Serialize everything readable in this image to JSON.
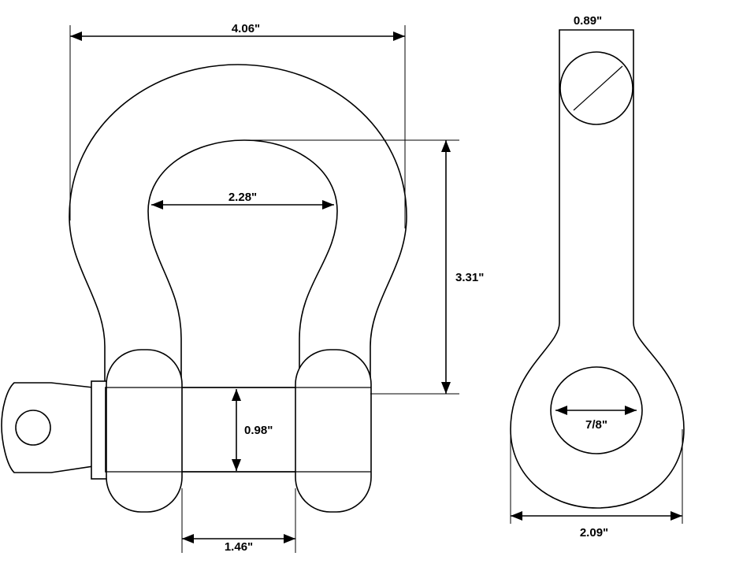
{
  "dimensions": {
    "overall_width": "4.06\"",
    "inside_width": "2.28\"",
    "inside_length": "3.31\"",
    "pin_diameter": "0.98\"",
    "jaw_width": "1.46\"",
    "side_eye_width": "0.89\"",
    "pin_hole": "7/8\"",
    "side_body_width": "2.09\""
  }
}
